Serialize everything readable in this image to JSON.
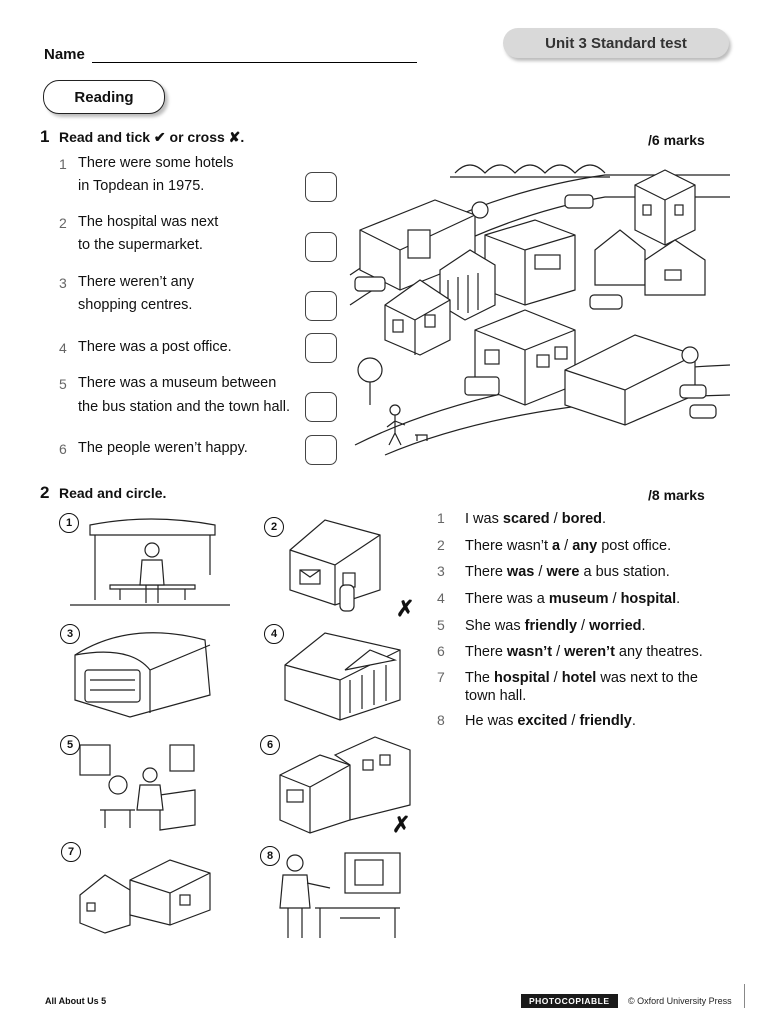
{
  "header": {
    "unit_title": "Unit 3 Standard test",
    "name_label": "Name",
    "section_label": "Reading"
  },
  "q1": {
    "number": "1",
    "instruction": "Read and tick ✔ or cross ✘.",
    "marks": "/6 marks",
    "items": [
      {
        "num": "1",
        "line1": "There were some hotels",
        "line2": "in Topdean in 1975."
      },
      {
        "num": "2",
        "line1": "The hospital was next",
        "line2": "to the supermarket."
      },
      {
        "num": "3",
        "line1": "There weren’t any",
        "line2": "shopping centres."
      },
      {
        "num": "4",
        "line1": "There was a post office.",
        "line2": ""
      },
      {
        "num": "5",
        "line1": "There was a museum between",
        "line2": "the bus station and the town hall."
      },
      {
        "num": "6",
        "line1": "The people weren’t happy.",
        "line2": ""
      }
    ]
  },
  "q2": {
    "number": "2",
    "instruction": "Read and circle.",
    "marks": "/8 marks",
    "picture_numbers": [
      "1",
      "2",
      "3",
      "4",
      "5",
      "6",
      "7",
      "8"
    ],
    "cross": "✗",
    "items": [
      {
        "num": "1",
        "pre": "I was ",
        "a": "scared",
        "sep": " / ",
        "b": "bored",
        "post": "."
      },
      {
        "num": "2",
        "pre": "There wasn’t ",
        "a": "a",
        "sep": " / ",
        "b": "any",
        "post": " post office."
      },
      {
        "num": "3",
        "pre": "There ",
        "a": "was",
        "sep": " / ",
        "b": "were",
        "post": " a bus station."
      },
      {
        "num": "4",
        "pre": "There was a ",
        "a": "museum",
        "sep": " / ",
        "b": "hospital",
        "post": "."
      },
      {
        "num": "5",
        "pre": "She was ",
        "a": "friendly",
        "sep": " / ",
        "b": "worried",
        "post": "."
      },
      {
        "num": "6",
        "pre": "There ",
        "a": "wasn’t",
        "sep": " / ",
        "b": "weren’t",
        "post": " any theatres."
      },
      {
        "num": "7",
        "pre": "The ",
        "a": "hospital",
        "sep": " / ",
        "b": "hotel",
        "post": " was next to the",
        "post2": "town hall."
      },
      {
        "num": "8",
        "pre": "He was ",
        "a": "excited",
        "sep": " / ",
        "b": "friendly",
        "post": "."
      }
    ]
  },
  "footer": {
    "book": "All About Us 5",
    "photocopiable": "PHOTOCOPIABLE",
    "publisher": "© Oxford University Press"
  }
}
